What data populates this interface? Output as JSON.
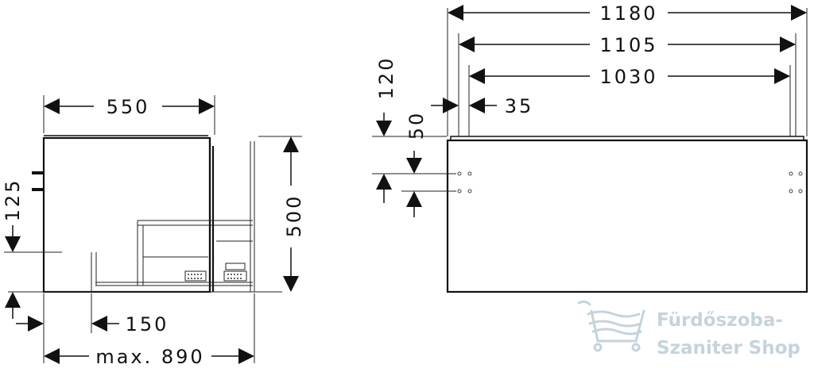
{
  "side_view": {
    "depth_label": "550",
    "height_label": "500",
    "mount_height_label": "125",
    "wall_offset_label": "150",
    "max_depth_label": "max. 890"
  },
  "front_view": {
    "width_overall_label": "1180",
    "width_mid_label": "1105",
    "width_inner_label": "1030",
    "side_inset_label": "35",
    "hole_top_label": "120",
    "hole_spacing_label": "50"
  },
  "watermark": {
    "line1": "Fürdőszoba-",
    "line2": "Szaniter Shop",
    "icon": "bathtub-icon",
    "color": "#c5d3dc"
  }
}
